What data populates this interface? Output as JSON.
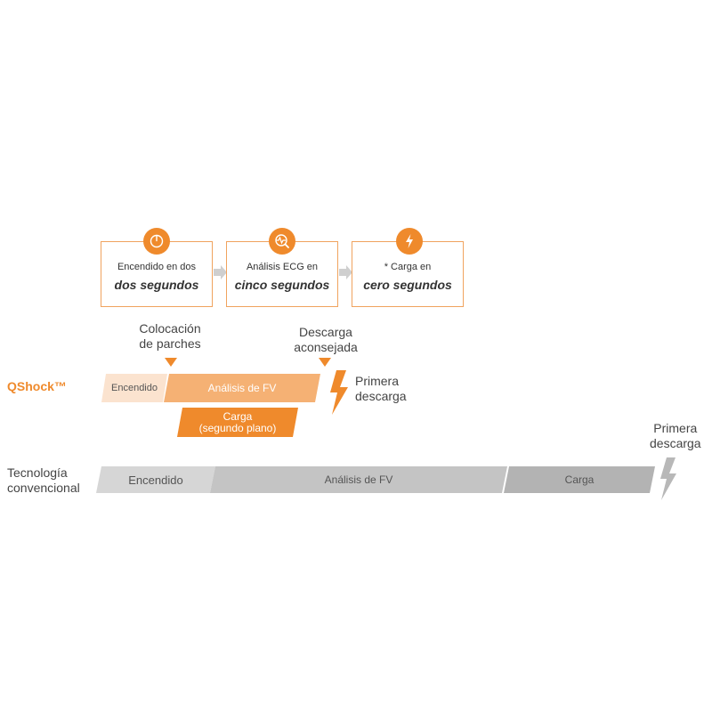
{
  "steps": [
    {
      "line1": "Encendido en dos",
      "line2": "dos segundos",
      "icon": "power-icon"
    },
    {
      "line1": "Análisis ECG en",
      "line2": "cinco segundos",
      "icon": "ecg-analysis-icon"
    },
    {
      "line1": "* Carga en",
      "line2": "cero segundos",
      "icon": "lightning-icon"
    }
  ],
  "annotations": {
    "electrode_placement": [
      "Colocación",
      "de parches"
    ],
    "shock_advised": [
      "Descarga",
      "aconsejada"
    ],
    "first_shock_qshock": [
      "Primera",
      "descarga"
    ],
    "first_shock_conventional": [
      "Primera",
      "descarga"
    ]
  },
  "qshock": {
    "label": "QShock™",
    "bars": {
      "power_on": "Encendido",
      "analysis": "Análisis de FV",
      "charge": [
        "Carga",
        "(segundo plano)"
      ]
    }
  },
  "conventional": {
    "label": [
      "Tecnología",
      "convencional"
    ],
    "bars": {
      "power_on": "Encendido",
      "analysis": "Análisis de FV",
      "charge": "Carga"
    }
  },
  "colors": {
    "accent": "#ef8a2c",
    "accent_light": "#f5b174",
    "accent_pale": "#fbe3cf",
    "box_border": "#f0a35e",
    "gray_light": "#d6d6d6",
    "gray_mid": "#c4c4c4",
    "gray_dark": "#b3b3b3"
  }
}
